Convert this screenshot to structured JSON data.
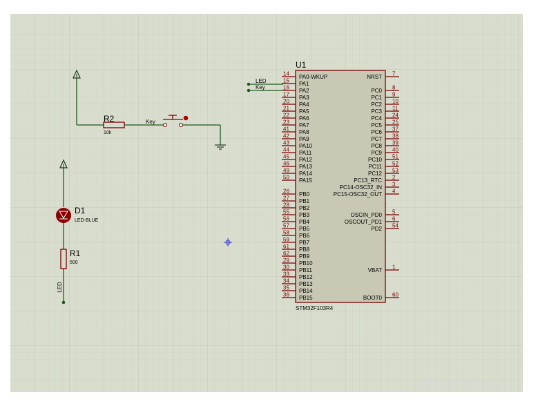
{
  "schematic": {
    "mcu": {
      "ref": "U1",
      "part": "STM32F103R4",
      "left_pins": [
        {
          "num": "14",
          "name": "PA0-WKUP"
        },
        {
          "num": "15",
          "name": "PA1"
        },
        {
          "num": "16",
          "name": "PA2"
        },
        {
          "num": "17",
          "name": "PA3"
        },
        {
          "num": "20",
          "name": "PA4"
        },
        {
          "num": "21",
          "name": "PA5"
        },
        {
          "num": "22",
          "name": "PA6"
        },
        {
          "num": "23",
          "name": "PA7"
        },
        {
          "num": "41",
          "name": "PA8"
        },
        {
          "num": "42",
          "name": "PA9"
        },
        {
          "num": "43",
          "name": "PA10"
        },
        {
          "num": "44",
          "name": "PA11"
        },
        {
          "num": "45",
          "name": "PA12"
        },
        {
          "num": "46",
          "name": "PA13"
        },
        {
          "num": "49",
          "name": "PA14"
        },
        {
          "num": "50",
          "name": "PA15"
        },
        {
          "num": "26",
          "name": "PB0"
        },
        {
          "num": "27",
          "name": "PB1"
        },
        {
          "num": "28",
          "name": "PB2"
        },
        {
          "num": "55",
          "name": "PB3"
        },
        {
          "num": "56",
          "name": "PB4"
        },
        {
          "num": "57",
          "name": "PB5"
        },
        {
          "num": "58",
          "name": "PB6"
        },
        {
          "num": "59",
          "name": "PB7"
        },
        {
          "num": "61",
          "name": "PB8"
        },
        {
          "num": "62",
          "name": "PB9"
        },
        {
          "num": "29",
          "name": "PB10"
        },
        {
          "num": "30",
          "name": "PB11"
        },
        {
          "num": "33",
          "name": "PB12"
        },
        {
          "num": "34",
          "name": "PB13"
        },
        {
          "num": "35",
          "name": "PB14"
        },
        {
          "num": "36",
          "name": "PB15"
        }
      ],
      "right_pins": [
        {
          "num": "7",
          "name": "NRST"
        },
        {
          "num": "8",
          "name": "PC0"
        },
        {
          "num": "9",
          "name": "PC1"
        },
        {
          "num": "10",
          "name": "PC2"
        },
        {
          "num": "11",
          "name": "PC3"
        },
        {
          "num": "24",
          "name": "PC4"
        },
        {
          "num": "25",
          "name": "PC5"
        },
        {
          "num": "37",
          "name": "PC6"
        },
        {
          "num": "38",
          "name": "PC7"
        },
        {
          "num": "39",
          "name": "PC8"
        },
        {
          "num": "40",
          "name": "PC9"
        },
        {
          "num": "51",
          "name": "PC10"
        },
        {
          "num": "52",
          "name": "PC11"
        },
        {
          "num": "53",
          "name": "PC12"
        },
        {
          "num": "2",
          "name": "PC13_RTC"
        },
        {
          "num": "3",
          "name": "PC14-OSC32_IN"
        },
        {
          "num": "4",
          "name": "PC15-OSC32_OUT"
        },
        {
          "num": "5",
          "name": "OSCIN_PD0"
        },
        {
          "num": "6",
          "name": "OSCOUT_PD1"
        },
        {
          "num": "54",
          "name": "PD2"
        },
        {
          "num": "1",
          "name": "VBAT"
        },
        {
          "num": "60",
          "name": "BOOT0"
        }
      ]
    },
    "nets": {
      "led": "LED",
      "key": "Key"
    },
    "r2": {
      "ref": "R2",
      "value": "10k"
    },
    "switch": {
      "label": "Key"
    },
    "d1": {
      "ref": "D1",
      "value": "LED-BLUE"
    },
    "r1": {
      "ref": "R1",
      "value": "500"
    },
    "led_net_label": "LED",
    "watermark": "CSDN @Runner.DUT"
  },
  "colors": {
    "grid_bg": "#d8dccd",
    "grid_line": "#c6cab8",
    "wire": "#1e5a1e",
    "component": "#7a0000",
    "chip_fill": "#c8c8b4"
  }
}
